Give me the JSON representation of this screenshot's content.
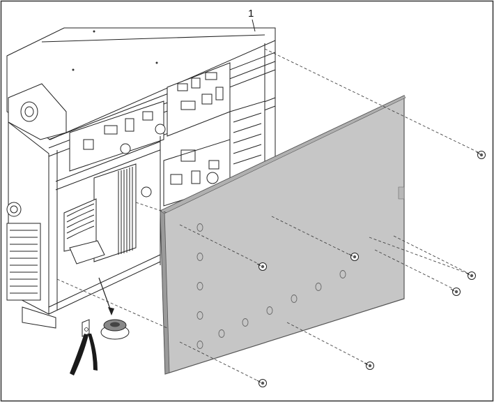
{
  "figure": {
    "callouts": [
      {
        "label": "1"
      }
    ],
    "colors": {
      "line": "#222222",
      "panel_fill": "#c6c6c6",
      "panel_edge": "#9a9a9a",
      "frame_border": "#333333",
      "background": "#ffffff"
    },
    "parts": {
      "machine": "welding-machine-housing",
      "panel": "side-cover-panel",
      "screws": "cover-screws",
      "tool": "pliers-icon",
      "component": "removed-clip"
    }
  }
}
